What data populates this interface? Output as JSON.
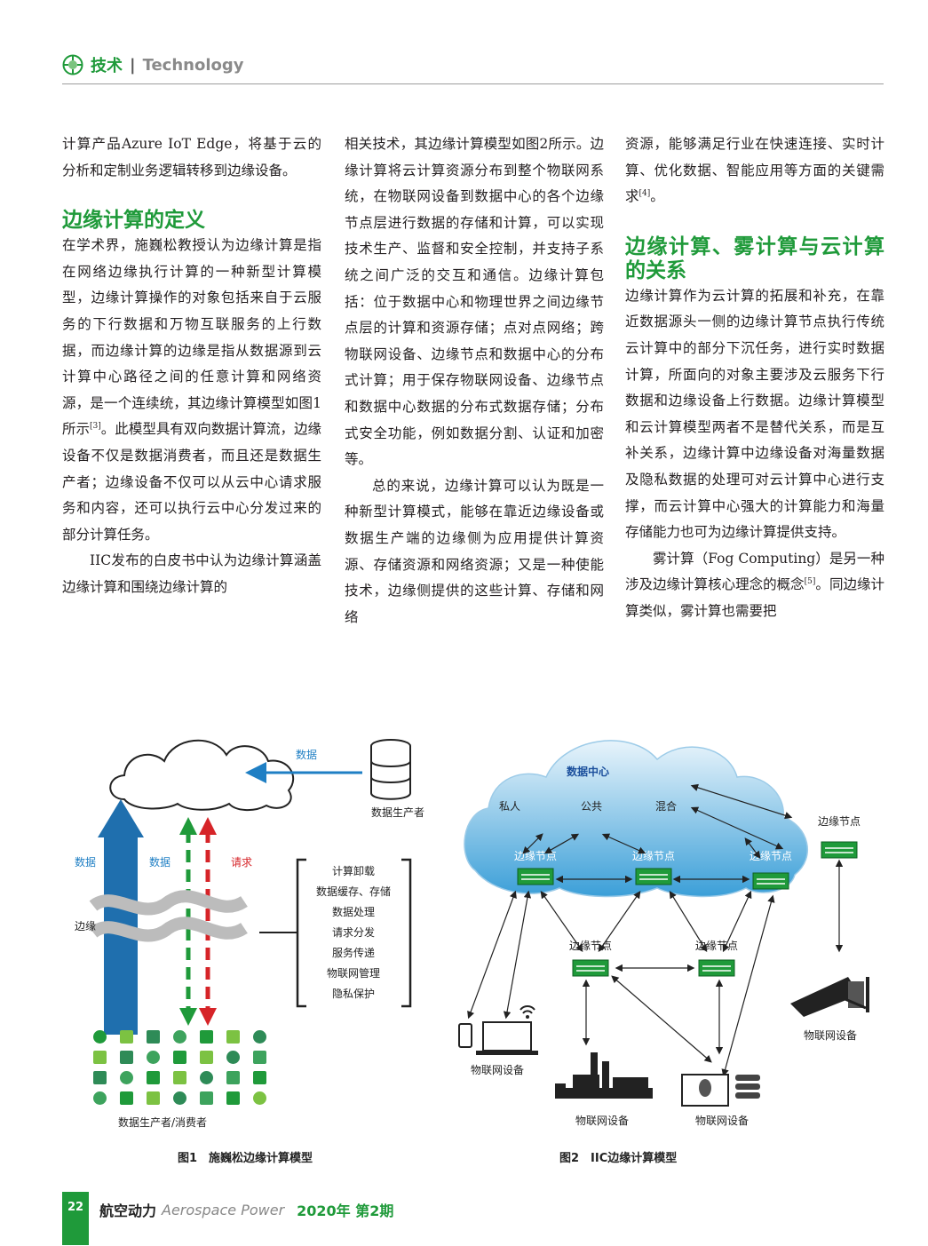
{
  "header": {
    "section_cn": "技术",
    "section_en": "Technology"
  },
  "col1": {
    "p1": "计算产品Azure IoT Edge，将基于云的分析和定制业务逻辑转移到边缘设备。",
    "h1": "边缘计算的定义",
    "p2a": "在学术界，施巍松教授认为边缘计算是指在网络边缘执行计算的一种新型计算模型，边缘计算操作的对象包括来自于云服务的下行数据和万物互联服务的上行数据，而边缘计算的边缘是指从数据源到云计算中心路径之间的任意计算和网络资源，是一个连续统，其边缘计算模型如图1所示",
    "ref3": "[3]",
    "p2b": "。此模型具有双向数据计算流，边缘设备不仅是数据消费者，而且还是数据生产者；边缘设备不仅可以从云中心请求服务和内容，还可以执行云中心分发过来的部分计算任务。",
    "p3": "IIC发布的白皮书中认为边缘计算涵盖边缘计算和围绕边缘计算的"
  },
  "col2": {
    "p1": "相关技术，其边缘计算模型如图2所示。边缘计算将云计算资源分布到整个物联网系统，在物联网设备到数据中心的各个边缘节点层进行数据的存储和计算，可以实现技术生产、监督和安全控制，并支持子系统之间广泛的交互和通信。边缘计算包括：位于数据中心和物理世界之间边缘节点层的计算和资源存储；点对点网络；跨物联网设备、边缘节点和数据中心的分布式计算；用于保存物联网设备、边缘节点和数据中心数据的分布式数据存储；分布式安全功能，例如数据分割、认证和加密等。",
    "p2": "总的来说，边缘计算可以认为既是一种新型计算模式，能够在靠近边缘设备或数据生产端的边缘侧为应用提供计算资源、存储资源和网络资源；又是一种使能技术，边缘侧提供的这些计算、存储和网络"
  },
  "col3": {
    "p1a": "资源，能够满足行业在快速连接、实时计算、优化数据、智能应用等方面的关键需求",
    "ref4": "[4]",
    "p1b": "。",
    "h1": "边缘计算、雾计算与云计算的关系",
    "p2": "边缘计算作为云计算的拓展和补充，在靠近数据源头一侧的边缘计算节点执行传统云计算中的部分下沉任务，进行实时数据计算，所面向的对象主要涉及云服务下行数据和边缘设备上行数据。边缘计算模型和云计算模型两者不是替代关系，而是互补关系，边缘计算中边缘设备对海量数据及隐私数据的处理可对云计算中心进行支撑，而云计算中心强大的计算能力和海量存储能力也可为边缘计算提供支持。",
    "p3a": "雾计算（Fog Computing）是另一种涉及边缘计算核心理念的概念",
    "ref5": "[5]",
    "p3b": "。同边缘计算类似，雾计算也需要把"
  },
  "fig1": {
    "data_top": "数据",
    "producer": "数据生产者",
    "data_left": "数据",
    "data_mid": "数据",
    "request": "请求",
    "edge": "边缘",
    "tasks": [
      "计算卸载",
      "数据缓存、存储",
      "数据处理",
      "请求分发",
      "服务传递",
      "物联网管理",
      "隐私保护"
    ],
    "prodcons": "数据生产者/消费者",
    "caption": "图1　施巍松边缘计算模型"
  },
  "fig2": {
    "dc": "数据中心",
    "private": "私人",
    "public": "公共",
    "hybrid": "混合",
    "node": "边缘节点",
    "iot": "物联网设备",
    "caption": "图2　IIC边缘计算模型"
  },
  "footer": {
    "page": "22",
    "journal_cn": "航空动力",
    "journal_en": "Aerospace Power",
    "issue": "2020年 第2期"
  }
}
